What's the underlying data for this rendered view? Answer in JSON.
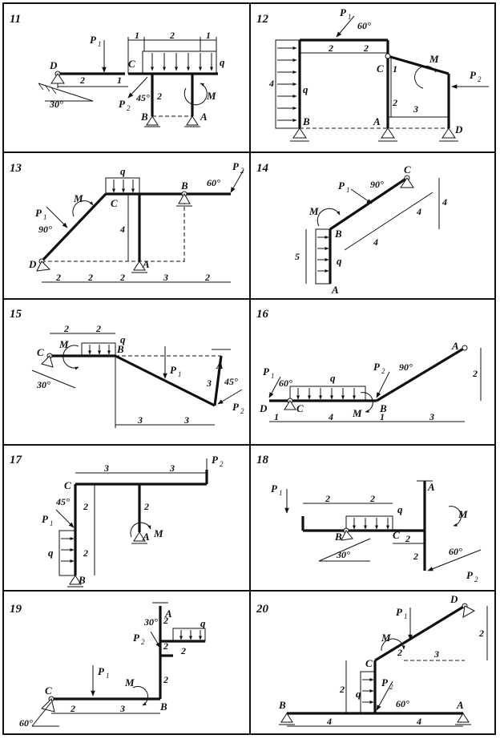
{
  "panels": [
    {
      "number": "11",
      "labels": {
        "D": "D",
        "C": "C",
        "B": "B",
        "A": "A",
        "P1": "P",
        "P1s": "1",
        "P2": "P",
        "P2s": "2",
        "q": "q",
        "M": "M",
        "ang1": "30°",
        "ang2": "45°"
      },
      "dims": [
        "1",
        "2",
        "1",
        "2",
        "1",
        "2"
      ]
    },
    {
      "number": "12",
      "labels": {
        "B": "B",
        "A": "A",
        "C": "C",
        "D": "D",
        "P1": "P",
        "P1s": "1",
        "P2": "P",
        "P2s": "2",
        "q": "q",
        "M": "M",
        "ang1": "60°"
      },
      "dims": [
        "2",
        "2",
        "4",
        "1",
        "2",
        "3"
      ]
    },
    {
      "number": "13",
      "labels": {
        "D": "D",
        "C": "C",
        "A": "A",
        "B": "B",
        "P1": "P",
        "P1s": "1",
        "P2": "P",
        "P2s": "2",
        "q": "q",
        "M": "M",
        "ang1": "90°",
        "ang2": "60°"
      },
      "dims": [
        "2",
        "2",
        "2",
        "3",
        "2",
        "4"
      ]
    },
    {
      "number": "14",
      "labels": {
        "C": "C",
        "B": "B",
        "A": "A",
        "P1": "P",
        "P1s": "1",
        "q": "q",
        "M": "M",
        "ang1": "90°"
      },
      "dims": [
        "4",
        "4",
        "4",
        "5"
      ]
    },
    {
      "number": "15",
      "labels": {
        "C": "C",
        "B": "B",
        "A": "A",
        "P1": "P",
        "P1s": "1",
        "P2": "P",
        "P2s": "2",
        "q": "q",
        "M": "M",
        "ang1": "30°",
        "ang2": "45°"
      },
      "dims": [
        "2",
        "2",
        "3",
        "3",
        "3"
      ]
    },
    {
      "number": "16",
      "labels": {
        "D": "D",
        "C": "C",
        "B": "B",
        "A": "A",
        "P1": "P",
        "P1s": "1",
        "P2": "P",
        "P2s": "2",
        "q": "q",
        "M": "M",
        "ang1": "60°",
        "ang2": "90°"
      },
      "dims": [
        "1",
        "4",
        "1",
        "3",
        "2"
      ]
    },
    {
      "number": "17",
      "labels": {
        "C": "C",
        "B": "B",
        "A": "A",
        "P1": "P",
        "P1s": "1",
        "P2": "P",
        "P2s": "2",
        "q": "q",
        "M": "M",
        "ang1": "45°"
      },
      "dims": [
        "3",
        "3",
        "2",
        "2",
        "2"
      ]
    },
    {
      "number": "18",
      "labels": {
        "B": "B",
        "C": "C",
        "A": "A",
        "P1": "P",
        "P1s": "1",
        "P2": "P",
        "P2s": "2",
        "q": "q",
        "M": "M",
        "ang1": "30°",
        "ang2": "60°"
      },
      "dims": [
        "2",
        "2",
        "2",
        "2"
      ]
    },
    {
      "number": "19",
      "labels": {
        "C": "C",
        "B": "B",
        "A": "A",
        "P1": "P",
        "P1s": "1",
        "P2": "P",
        "P2s": "2",
        "q": "q",
        "M": "M",
        "ang1": "60°",
        "ang2": "30°"
      },
      "dims": [
        "2",
        "3",
        "2",
        "2",
        "2",
        "2"
      ]
    },
    {
      "number": "20",
      "labels": {
        "B": "B",
        "A": "A",
        "C": "C",
        "D": "D",
        "P1": "P",
        "P1s": "1",
        "P2": "P",
        "P2s": "2",
        "q": "q",
        "M": "M",
        "ang1": "60°"
      },
      "dims": [
        "4",
        "4",
        "2",
        "2",
        "3",
        "2"
      ]
    }
  ]
}
